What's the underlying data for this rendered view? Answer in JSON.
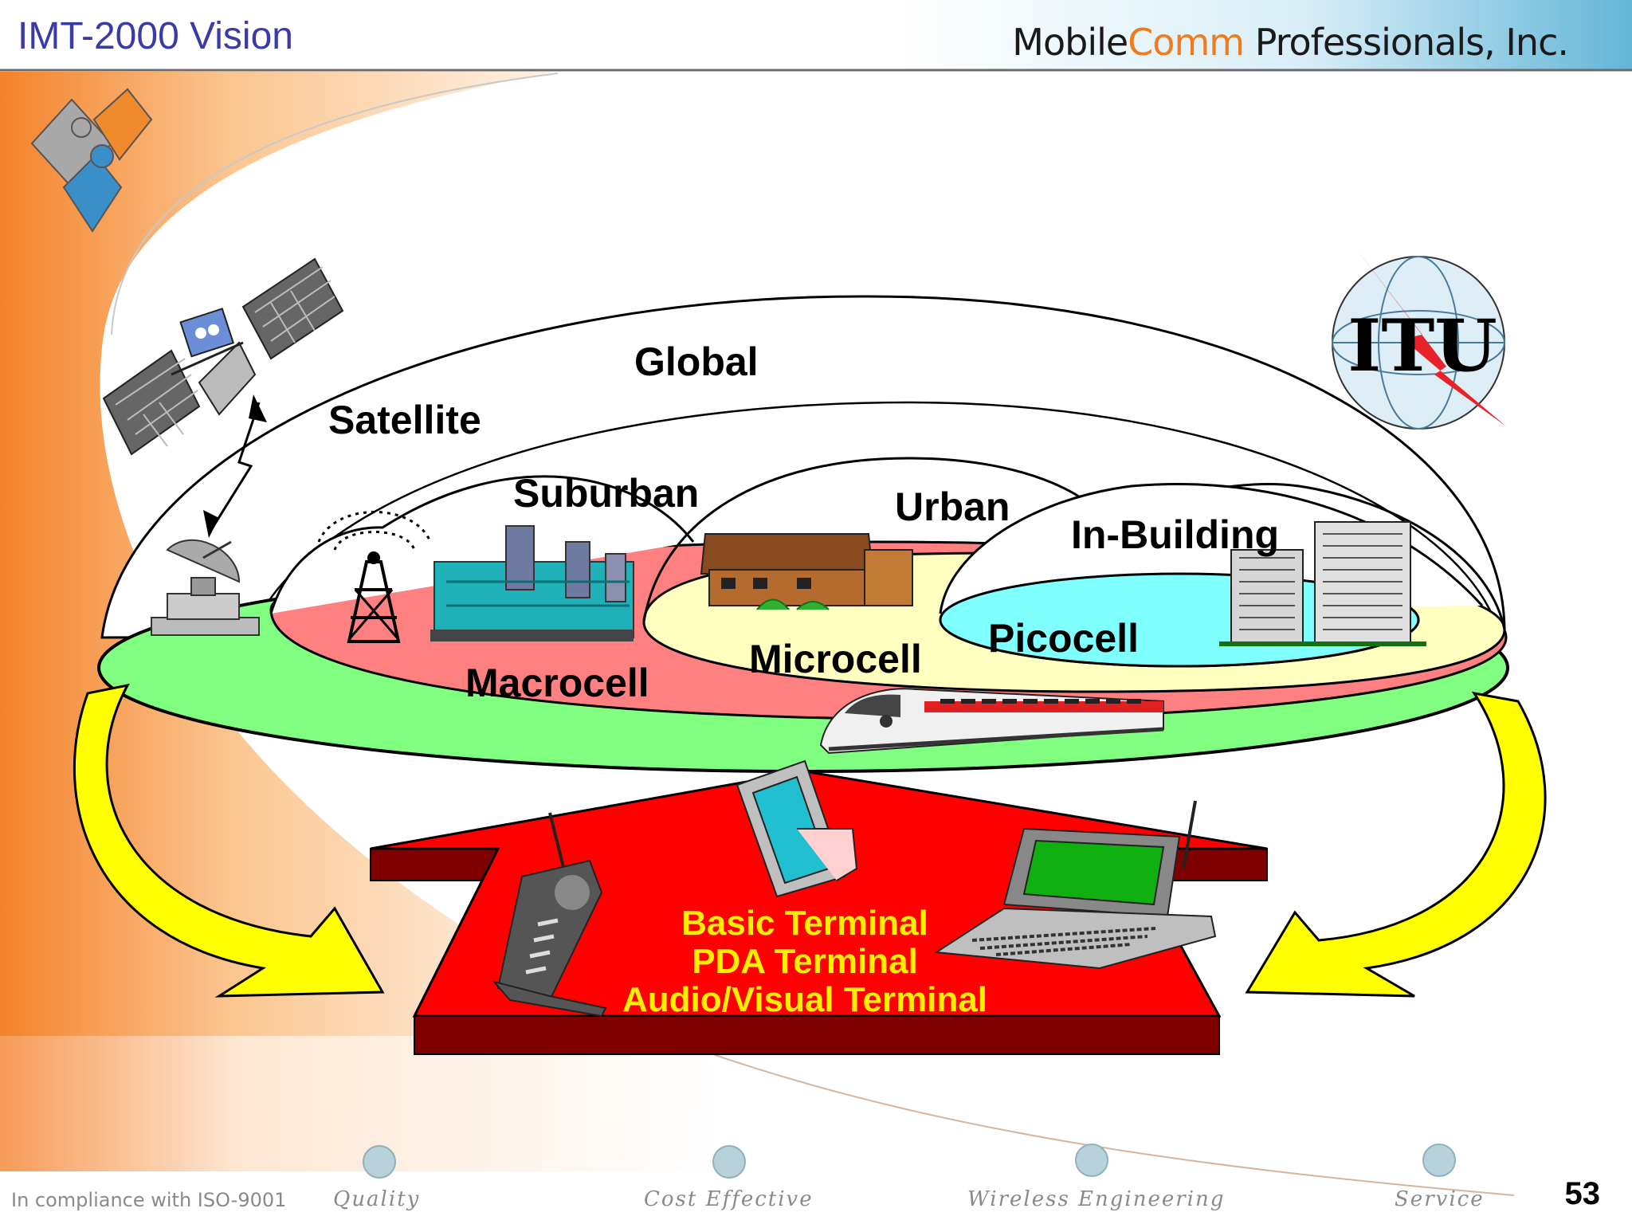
{
  "header": {
    "title": "IMT-2000 Vision",
    "brand_part1": "Mobile",
    "brand_part2": "Comm",
    "brand_part3": " Professionals, Inc."
  },
  "diagram": {
    "levels": [
      "Global",
      "Satellite",
      "Suburban",
      "Urban",
      "In-Building"
    ],
    "cells": [
      "Macrocell",
      "Microcell",
      "Picocell"
    ],
    "logo_text": "ITU"
  },
  "terminals": [
    "Basic Terminal",
    "PDA Terminal",
    "Audio/Visual Terminal"
  ],
  "footer": {
    "compliance": "In compliance with ISO-9001",
    "values": [
      "Quality",
      "Cost Effective",
      "Wireless Engineering",
      "Service"
    ],
    "page_number": "53"
  },
  "colors": {
    "title": "#3a3aa8",
    "brand_accent": "#f07b1e",
    "green_zone": "#80ff80",
    "red_zone": "#ff8080",
    "yellow_zone": "#ffffc0",
    "cyan_zone": "#80ffff",
    "arrow": "#ffff00",
    "platform": "#ff0000",
    "platform_edge": "#800000",
    "terminal_text": "#ffee00"
  }
}
